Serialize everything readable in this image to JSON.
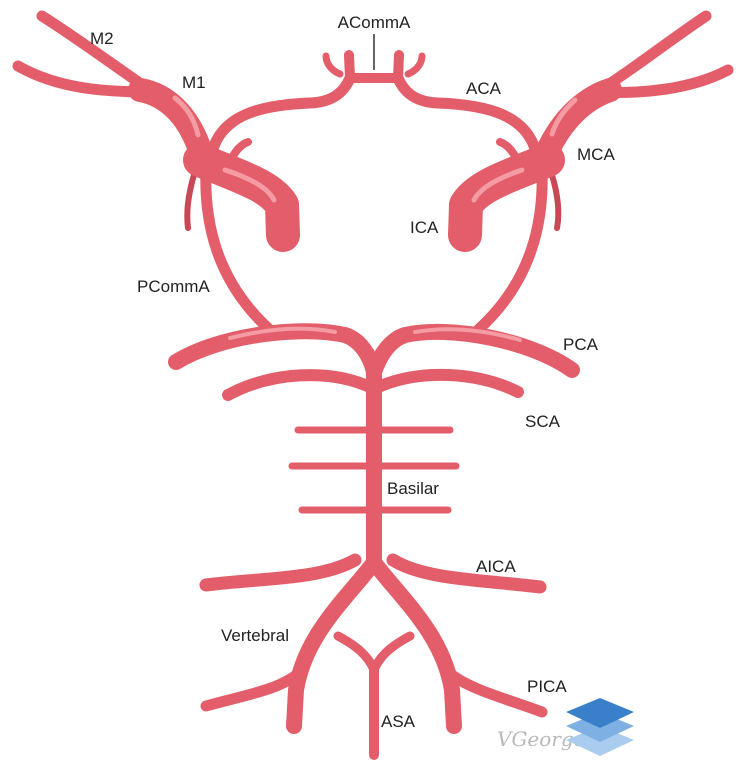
{
  "labels": {
    "m2": "M2",
    "m1": "M1",
    "acomma": "ACommA",
    "aca": "ACA",
    "mca": "MCA",
    "ica": "ICA",
    "pcomma": "PCommA",
    "pca": "PCA",
    "sca": "SCA",
    "basilar": "Basilar",
    "aica": "AICA",
    "vertebral": "Vertebral",
    "pica": "PICA",
    "asa": "ASA"
  },
  "signature": "VGeorge",
  "colors": {
    "artery": "#e35d6a",
    "artery_shadow": "#c94855",
    "highlight": "#f7a6ae",
    "logo_top": "#3a7fc9",
    "logo_bottom": "#a9ccef"
  }
}
